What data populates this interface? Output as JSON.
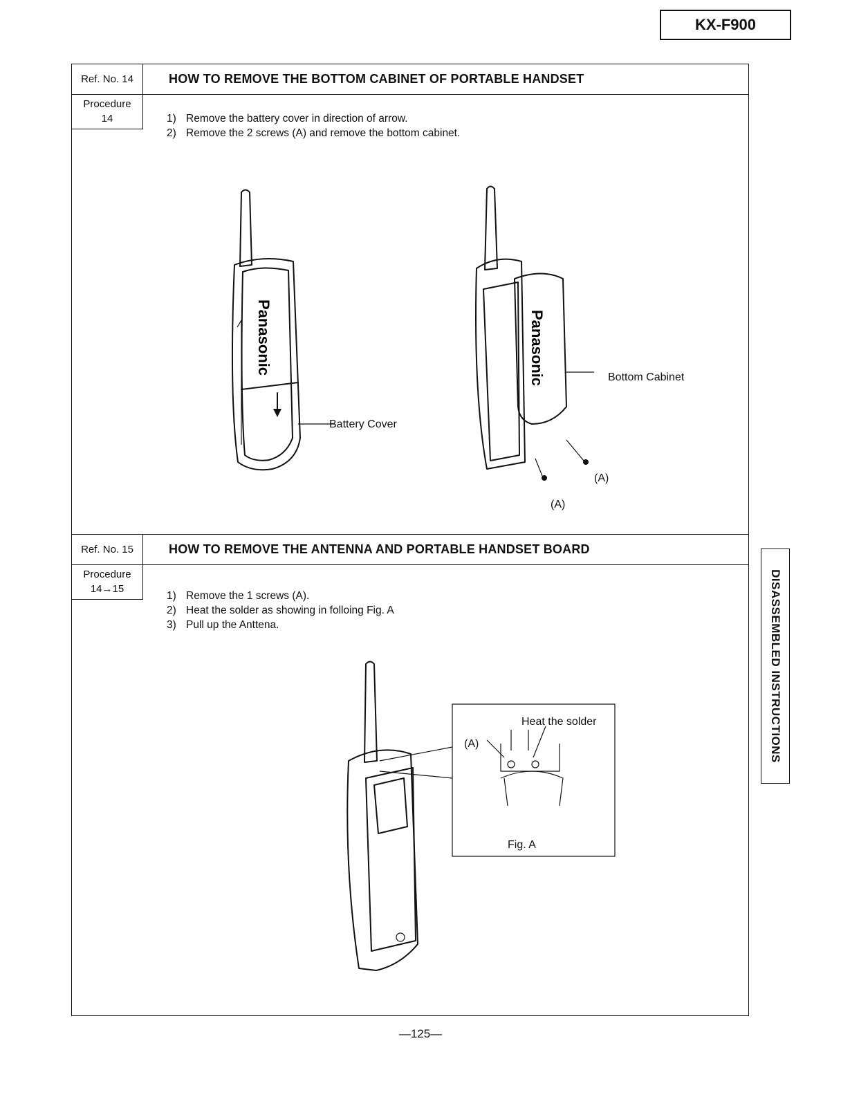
{
  "header": {
    "model": "KX-F900"
  },
  "section14": {
    "ref": "Ref. No. 14",
    "title": "HOW TO REMOVE THE BOTTOM CABINET OF PORTABLE HANDSET",
    "procedure_label": "Procedure",
    "procedure_value": "14",
    "steps": [
      {
        "num": "1)",
        "text": "Remove the battery cover in direction of arrow."
      },
      {
        "num": "2)",
        "text": "Remove the 2 screws (A) and remove the bottom cabinet."
      }
    ],
    "labels": {
      "battery_cover": "Battery Cover",
      "bottom_cabinet": "Bottom Cabinet",
      "screw_a1": "(A)",
      "screw_a2": "(A)",
      "brand": "Panasonic"
    }
  },
  "section15": {
    "ref": "Ref. No. 15",
    "title": "HOW TO REMOVE THE ANTENNA AND PORTABLE HANDSET  BOARD",
    "procedure_label": "Procedure",
    "procedure_value": "14→15",
    "steps": [
      {
        "num": "1)",
        "text": "Remove the 1 screws (A)."
      },
      {
        "num": "2)",
        "text": "Heat the solder as showing in folloing Fig. A"
      },
      {
        "num": "3)",
        "text": "Pull up the Anttena."
      }
    ],
    "labels": {
      "heat_solder": "Heat the solder",
      "screw_a": "(A)",
      "fig_caption": "Fig. A"
    }
  },
  "side_tab": "DISASSEMBLED INSTRUCTIONS",
  "footer": {
    "page": "—125—"
  }
}
